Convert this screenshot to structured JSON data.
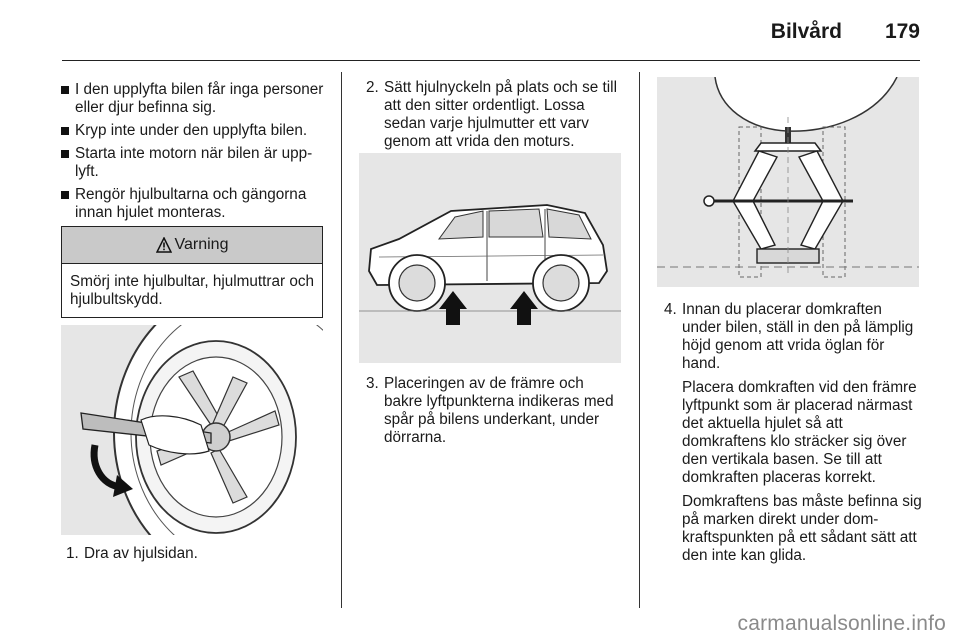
{
  "header": {
    "title": "Bilvård",
    "page_number": "179"
  },
  "left_column": {
    "bullets": [
      "I den upplyfta bilen får inga personer eller djur befinna sig.",
      "Kryp inte under den upplyfta bilen.",
      "Starta inte motorn när bilen är upp-lyft.",
      "Rengör hjulbultarna och gängorna innan hjulet monteras."
    ],
    "warning": {
      "symbol": "9",
      "title": "Varning",
      "text": "Smörj inte hjulbultar, hjulmuttrar och hjulbultskydd."
    },
    "step1": {
      "num": "1.",
      "text": "Dra av hjulsidan."
    }
  },
  "middle_column": {
    "step2": {
      "num": "2.",
      "text": "Sätt hjulnyckeln på plats och se till att den sitter ordentligt. Lossa sedan varje hjulmutter ett varv genom att vrida den moturs."
    },
    "step3": {
      "num": "3.",
      "text": "Placeringen av de främre och bakre lyftpunkterna indikeras med spår på bilens underkant, under dörrarna."
    }
  },
  "right_column": {
    "step4": {
      "num": "4.",
      "paragraphs": [
        "Innan du placerar domkraften under bilen, ställ in den på lämplig höjd genom att vrida öglan för hand.",
        "Placera domkraften vid den främre lyftpunkt som är placerad närmast det aktuella hjulet så att domkraftens klo sträcker sig över den vertikala basen. Se till att domkraften placeras korrekt.",
        "Domkraftens bas måste befinna sig på marken direkt under dom-kraftspunkten på ett sådant sätt att den inte kan glida."
      ]
    }
  },
  "watermark": "carmanualsonline.info"
}
